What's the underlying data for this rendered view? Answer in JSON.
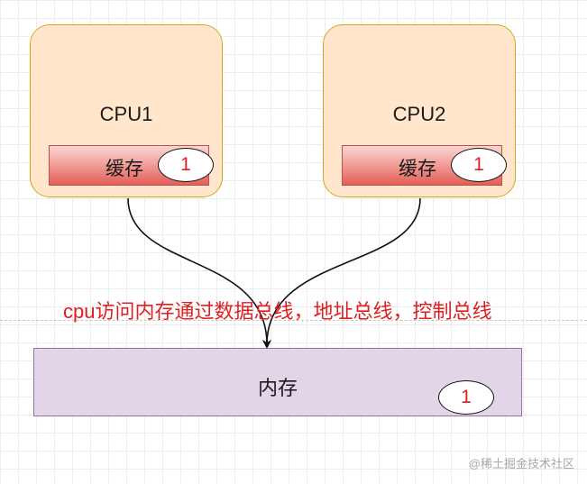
{
  "cpus": [
    {
      "title": "CPU1",
      "cache_label": "缓存",
      "cache_badge": "1"
    },
    {
      "title": "CPU2",
      "cache_label": "缓存",
      "cache_badge": "1"
    }
  ],
  "bus_label": "cpu访问内存通过数据总线，地址总线，控制总线",
  "memory": {
    "label": "内存",
    "badge": "1"
  },
  "watermark": "@稀土掘金技术社区",
  "colors": {
    "cpu_fill": "#ffe6cc",
    "cpu_border": "#d6a71e",
    "cache_fill": "#f2a19c",
    "memory_fill": "#e1d5e7",
    "memory_border": "#9673a6",
    "text_highlight": "#e02020"
  }
}
